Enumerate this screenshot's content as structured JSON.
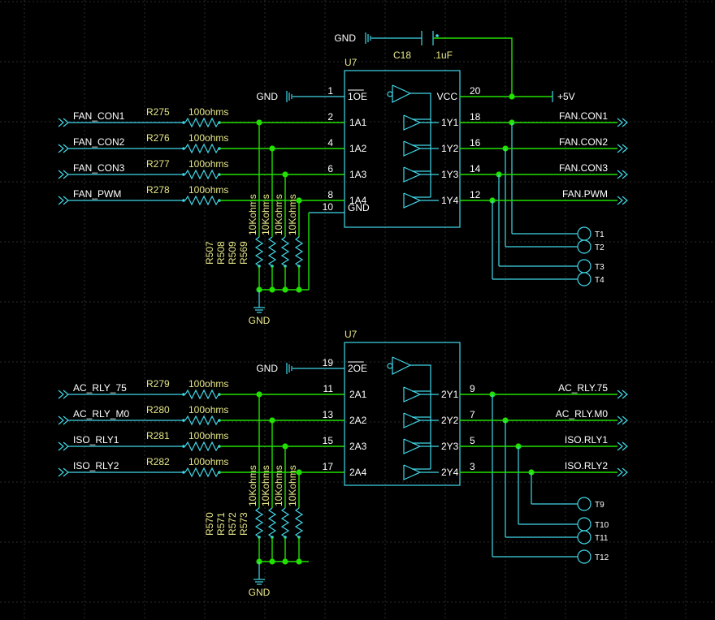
{
  "colors": {
    "background": "#000000",
    "wire": "#22e000",
    "component": "#40d8e8",
    "label": "#e8e88a",
    "grid": "#2c2c2c"
  },
  "upper": {
    "refdes": "U7",
    "cap": {
      "ref": "C18",
      "value": ".1uF",
      "gnd": "GND"
    },
    "supply": "+5V",
    "oe": {
      "gnd": "GND",
      "pin": "1",
      "name": "1OE"
    },
    "vcc": {
      "pin": "20",
      "name": "VCC"
    },
    "gnd_pin": {
      "pin": "10",
      "name": "GND"
    },
    "channels": [
      {
        "net_in": "FAN_CON1",
        "res_ref": "R275",
        "res_val": "100ohms",
        "in_pin": "2",
        "in_name": "1A1",
        "out_name": "1Y1",
        "out_pin": "18",
        "net_out": "FAN.CON1",
        "pull_ref": "R507",
        "pull_val": "10Kohms"
      },
      {
        "net_in": "FAN_CON2",
        "res_ref": "R276",
        "res_val": "100ohms",
        "in_pin": "4",
        "in_name": "1A2",
        "out_name": "1Y2",
        "out_pin": "16",
        "net_out": "FAN.CON2",
        "pull_ref": "R508",
        "pull_val": "10Kohms"
      },
      {
        "net_in": "FAN_CON3",
        "res_ref": "R277",
        "res_val": "100ohms",
        "in_pin": "6",
        "in_name": "1A3",
        "out_name": "1Y3",
        "out_pin": "14",
        "net_out": "FAN.CON3",
        "pull_ref": "R509",
        "pull_val": "10Kohms"
      },
      {
        "net_in": "FAN_PWM",
        "res_ref": "R278",
        "res_val": "100ohms",
        "in_pin": "8",
        "in_name": "1A4",
        "out_name": "1Y4",
        "out_pin": "12",
        "net_out": "FAN.PWM",
        "pull_ref": "R569",
        "pull_val": "10Kohms"
      }
    ],
    "testpoints": [
      "T1",
      "T2",
      "T3",
      "T4"
    ],
    "pull_gnd": "GND"
  },
  "lower": {
    "refdes": "U7",
    "oe": {
      "gnd": "GND",
      "pin": "19",
      "name": "2OE"
    },
    "channels": [
      {
        "net_in": "AC_RLY_75",
        "res_ref": "R279",
        "res_val": "100ohms",
        "in_pin": "11",
        "in_name": "2A1",
        "out_name": "2Y1",
        "out_pin": "9",
        "net_out": "AC_RLY.75",
        "pull_ref": "R570",
        "pull_val": "10Kohms"
      },
      {
        "net_in": "AC_RLY_M0",
        "res_ref": "R280",
        "res_val": "100ohms",
        "in_pin": "13",
        "in_name": "2A2",
        "out_name": "2Y2",
        "out_pin": "7",
        "net_out": "AC_RLY.M0",
        "pull_ref": "R571",
        "pull_val": "10Kohms"
      },
      {
        "net_in": "ISO_RLY1",
        "res_ref": "R281",
        "res_val": "100ohms",
        "in_pin": "15",
        "in_name": "2A3",
        "out_name": "2Y3",
        "out_pin": "5",
        "net_out": "ISO.RLY1",
        "pull_ref": "R572",
        "pull_val": "10Kohms"
      },
      {
        "net_in": "ISO_RLY2",
        "res_ref": "R282",
        "res_val": "100ohms",
        "in_pin": "17",
        "in_name": "2A4",
        "out_name": "2Y4",
        "out_pin": "3",
        "net_out": "ISO.RLY2",
        "pull_ref": "R573",
        "pull_val": "10Kohms"
      }
    ],
    "testpoints": [
      "T9",
      "T10",
      "T11",
      "T12"
    ],
    "pull_gnd": "GND"
  }
}
